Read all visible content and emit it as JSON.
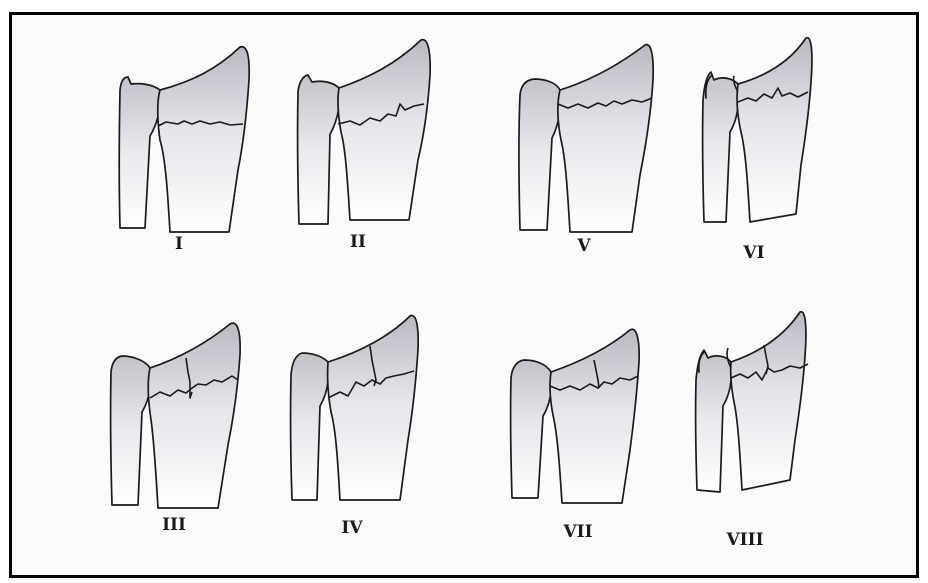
{
  "figure": {
    "panels": [
      {
        "id": "I",
        "label": "I"
      },
      {
        "id": "II",
        "label": "II"
      },
      {
        "id": "V",
        "label": "V"
      },
      {
        "id": "VI",
        "label": "VI"
      },
      {
        "id": "III",
        "label": "III"
      },
      {
        "id": "IV",
        "label": "IV"
      },
      {
        "id": "VII",
        "label": "VII"
      },
      {
        "id": "VIII",
        "label": "VIII"
      }
    ]
  }
}
